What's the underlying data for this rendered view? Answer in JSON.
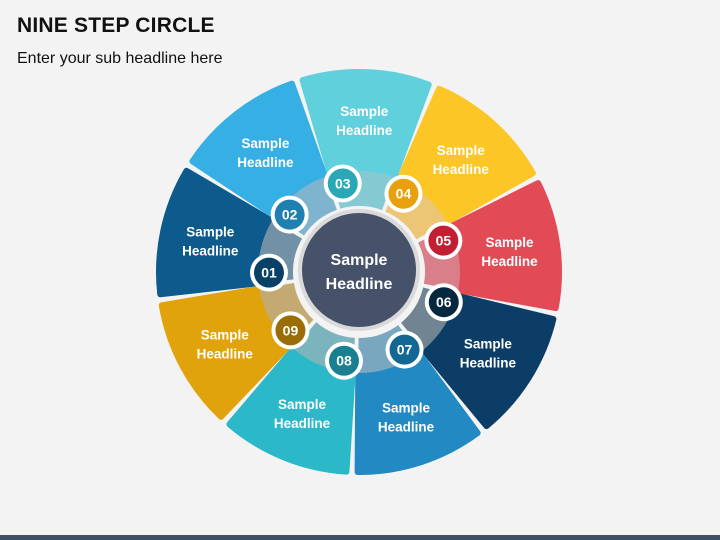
{
  "title": "NINE STEP CIRCLE",
  "subtitle": "Enter your sub headline here",
  "center": {
    "line1": "Sample",
    "line2": "Headline"
  },
  "steps": [
    {
      "number": "01",
      "line1": "Sample",
      "line2": "Headline",
      "color": "#0d5a8c",
      "dark": "#094066"
    },
    {
      "number": "02",
      "line1": "Sample",
      "line2": "Headline",
      "color": "#36b0e4",
      "dark": "#1f7fb0"
    },
    {
      "number": "03",
      "line1": "Sample",
      "line2": "Headline",
      "color": "#5fd0dc",
      "dark": "#2aa8b6"
    },
    {
      "number": "04",
      "line1": "Sample",
      "line2": "Headline",
      "color": "#fcc626",
      "dark": "#e8a10c"
    },
    {
      "number": "05",
      "line1": "Sample",
      "line2": "Headline",
      "color": "#e24a55",
      "dark": "#c21f33"
    },
    {
      "number": "06",
      "line1": "Sample",
      "line2": "Headline",
      "color": "#0b3d66",
      "dark": "#06283f"
    },
    {
      "number": "07",
      "line1": "Sample",
      "line2": "Headline",
      "color": "#2389c2",
      "dark": "#136893"
    },
    {
      "number": "08",
      "line1": "Sample",
      "line2": "Headline",
      "color": "#2bb8c8",
      "dark": "#1a7f90"
    },
    {
      "number": "09",
      "line1": "Sample",
      "line2": "Headline",
      "color": "#e0a30c",
      "dark": "#9a6d06"
    }
  ],
  "colors": {
    "center": "#45526a",
    "background": "#f3f3f3"
  }
}
